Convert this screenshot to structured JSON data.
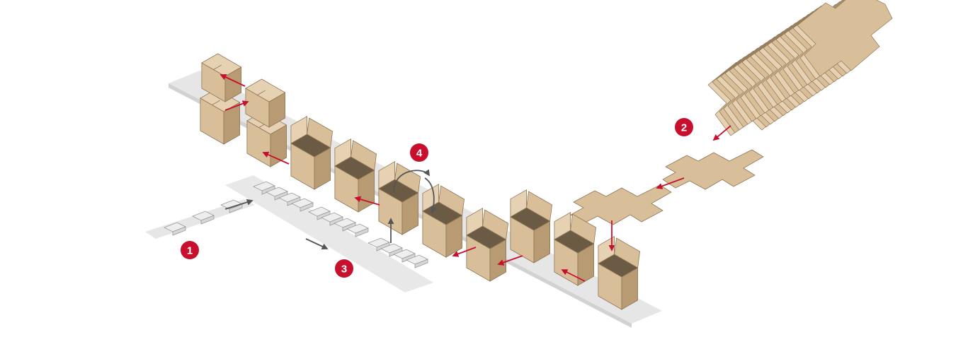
{
  "steps": [
    {
      "number": "1"
    },
    {
      "number": "2"
    },
    {
      "number": "3"
    },
    {
      "number": "4"
    }
  ],
  "colors": {
    "cardboard": "#d8bf99",
    "cardboard_light": "#e6d2b3",
    "cardboard_dark": "#b89a73",
    "cardboard_edge": "#8f7656",
    "conveyor": "#e3e3e3",
    "conveyor_dark": "#cfcfcf",
    "tray": "#eeeeee",
    "tray_edge": "#9a9a9a",
    "arrow_red": "#c8102e",
    "arrow_gray": "#555555",
    "badge": "#c8102e",
    "badge_text": "#ffffff"
  }
}
